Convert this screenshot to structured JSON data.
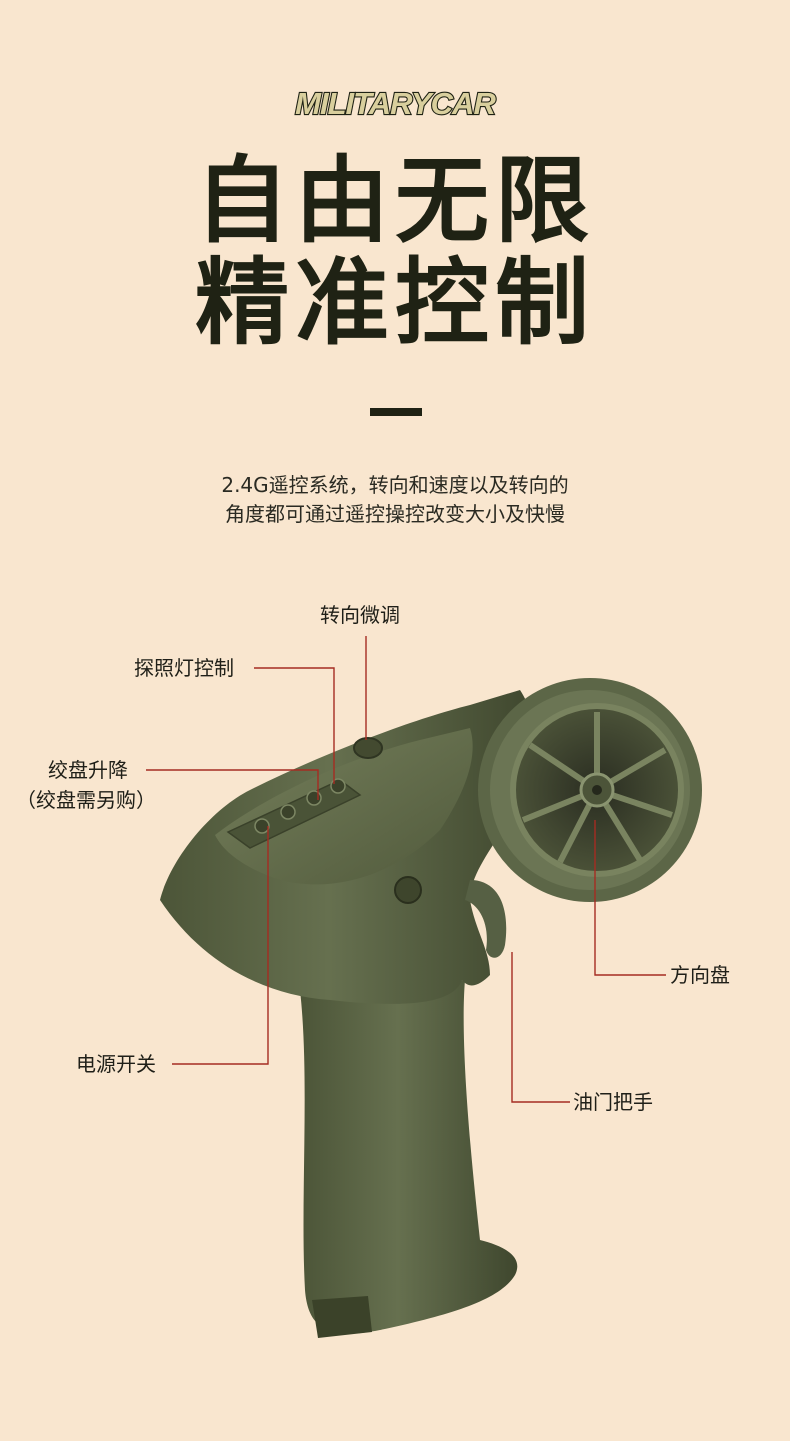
{
  "brand": {
    "logo_text": "MILITARYCAR"
  },
  "headline": {
    "line1": "自由无限",
    "line2": "精准控制"
  },
  "description": {
    "line1": "2.4G遥控系统，转向和速度以及转向的",
    "line2": "角度都可通过遥控操控改变大小及快慢"
  },
  "callouts": {
    "steering_trim": "转向微调",
    "headlight_control": "探照灯控制",
    "winch": "绞盘升降",
    "winch_note": "（绞盘需另购）",
    "power_switch": "电源开关",
    "steering_wheel": "方向盘",
    "throttle_trigger": "油门把手"
  },
  "colors": {
    "background": "#f9e6cf",
    "text": "#1f2214",
    "controller_green": "#5e6848",
    "callout_line": "#a52c22"
  },
  "icons": [
    "remote-controller-illustration"
  ]
}
